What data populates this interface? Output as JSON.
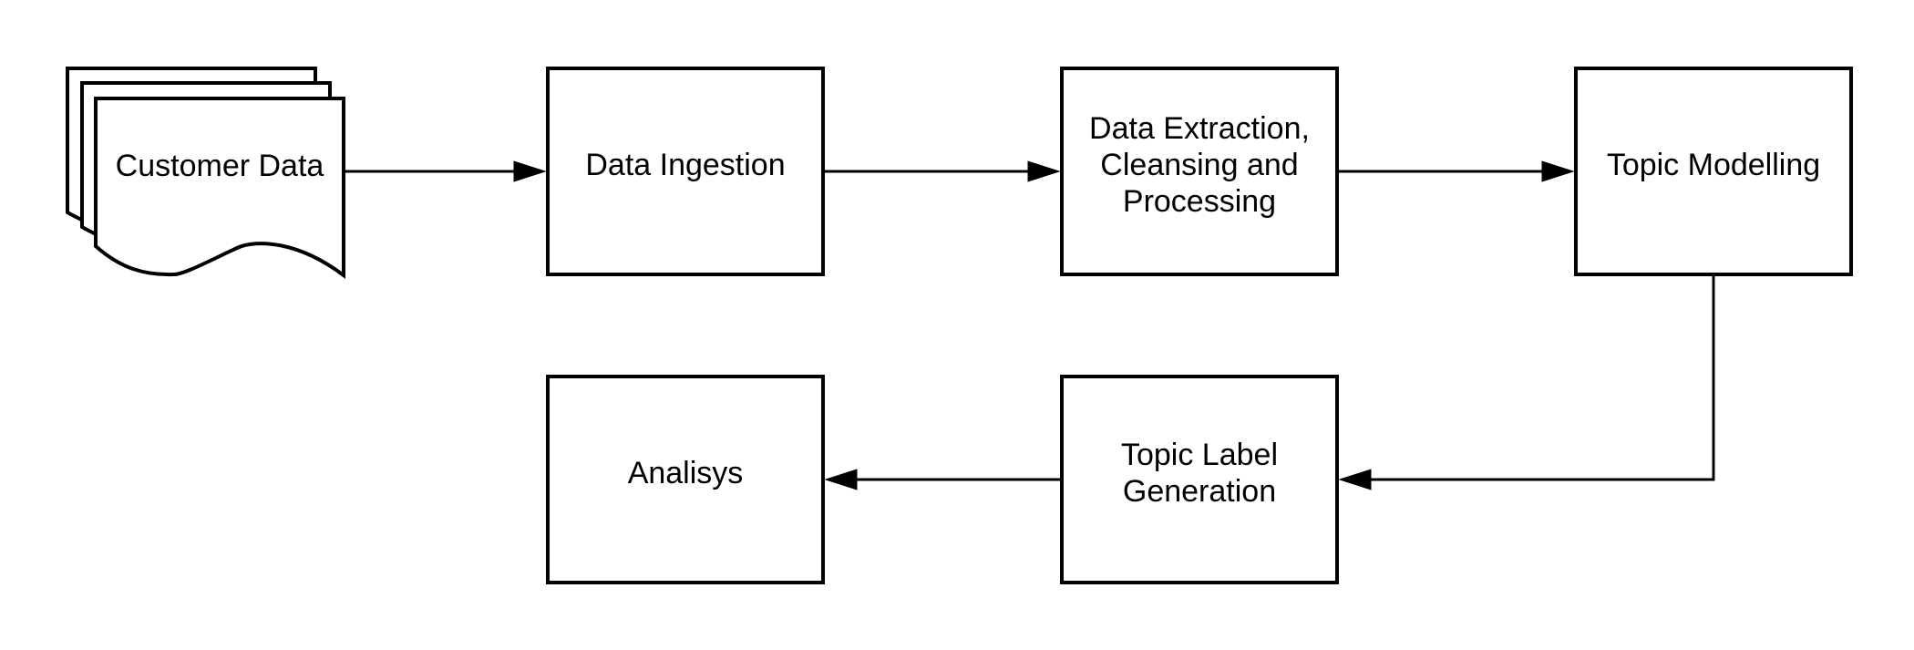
{
  "diagram": {
    "nodes": {
      "customer_data": {
        "line1": "Customer Data"
      },
      "data_ingestion": {
        "line1": "Data Ingestion"
      },
      "data_extraction": {
        "line1": "Data Extraction,",
        "line2": "Cleansing and",
        "line3": "Processing"
      },
      "topic_modelling": {
        "line1": "Topic Modelling"
      },
      "topic_label_generation": {
        "line1": "Topic Label",
        "line2": "Generation"
      },
      "analisys": {
        "line1": "Analisys"
      }
    }
  }
}
